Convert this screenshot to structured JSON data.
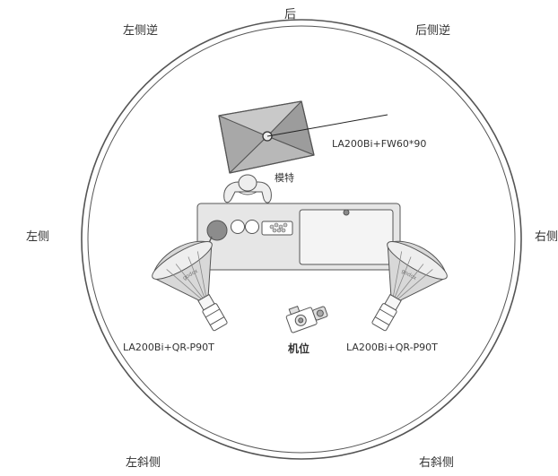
{
  "directions": {
    "back": "后",
    "back_left": "左侧逆",
    "back_right": "后侧逆",
    "left": "左侧",
    "right": "右侧",
    "front_left": "左斜侧",
    "front_right": "右斜侧"
  },
  "fixtures": {
    "back_light": "LA200Bi+FW60*90",
    "model": "模特",
    "left_light": "LA200Bi+QR-P90T",
    "right_light": "LA200Bi+QR-P90T",
    "camera": "机位"
  },
  "light_brand_text": "godox",
  "colors": {
    "stroke": "#555555",
    "panel_dark": "#9a9a9a",
    "panel_light": "#c4c4c4",
    "softbox_fill": "#d8d8d8",
    "table_fill": "#e6e6e6"
  }
}
